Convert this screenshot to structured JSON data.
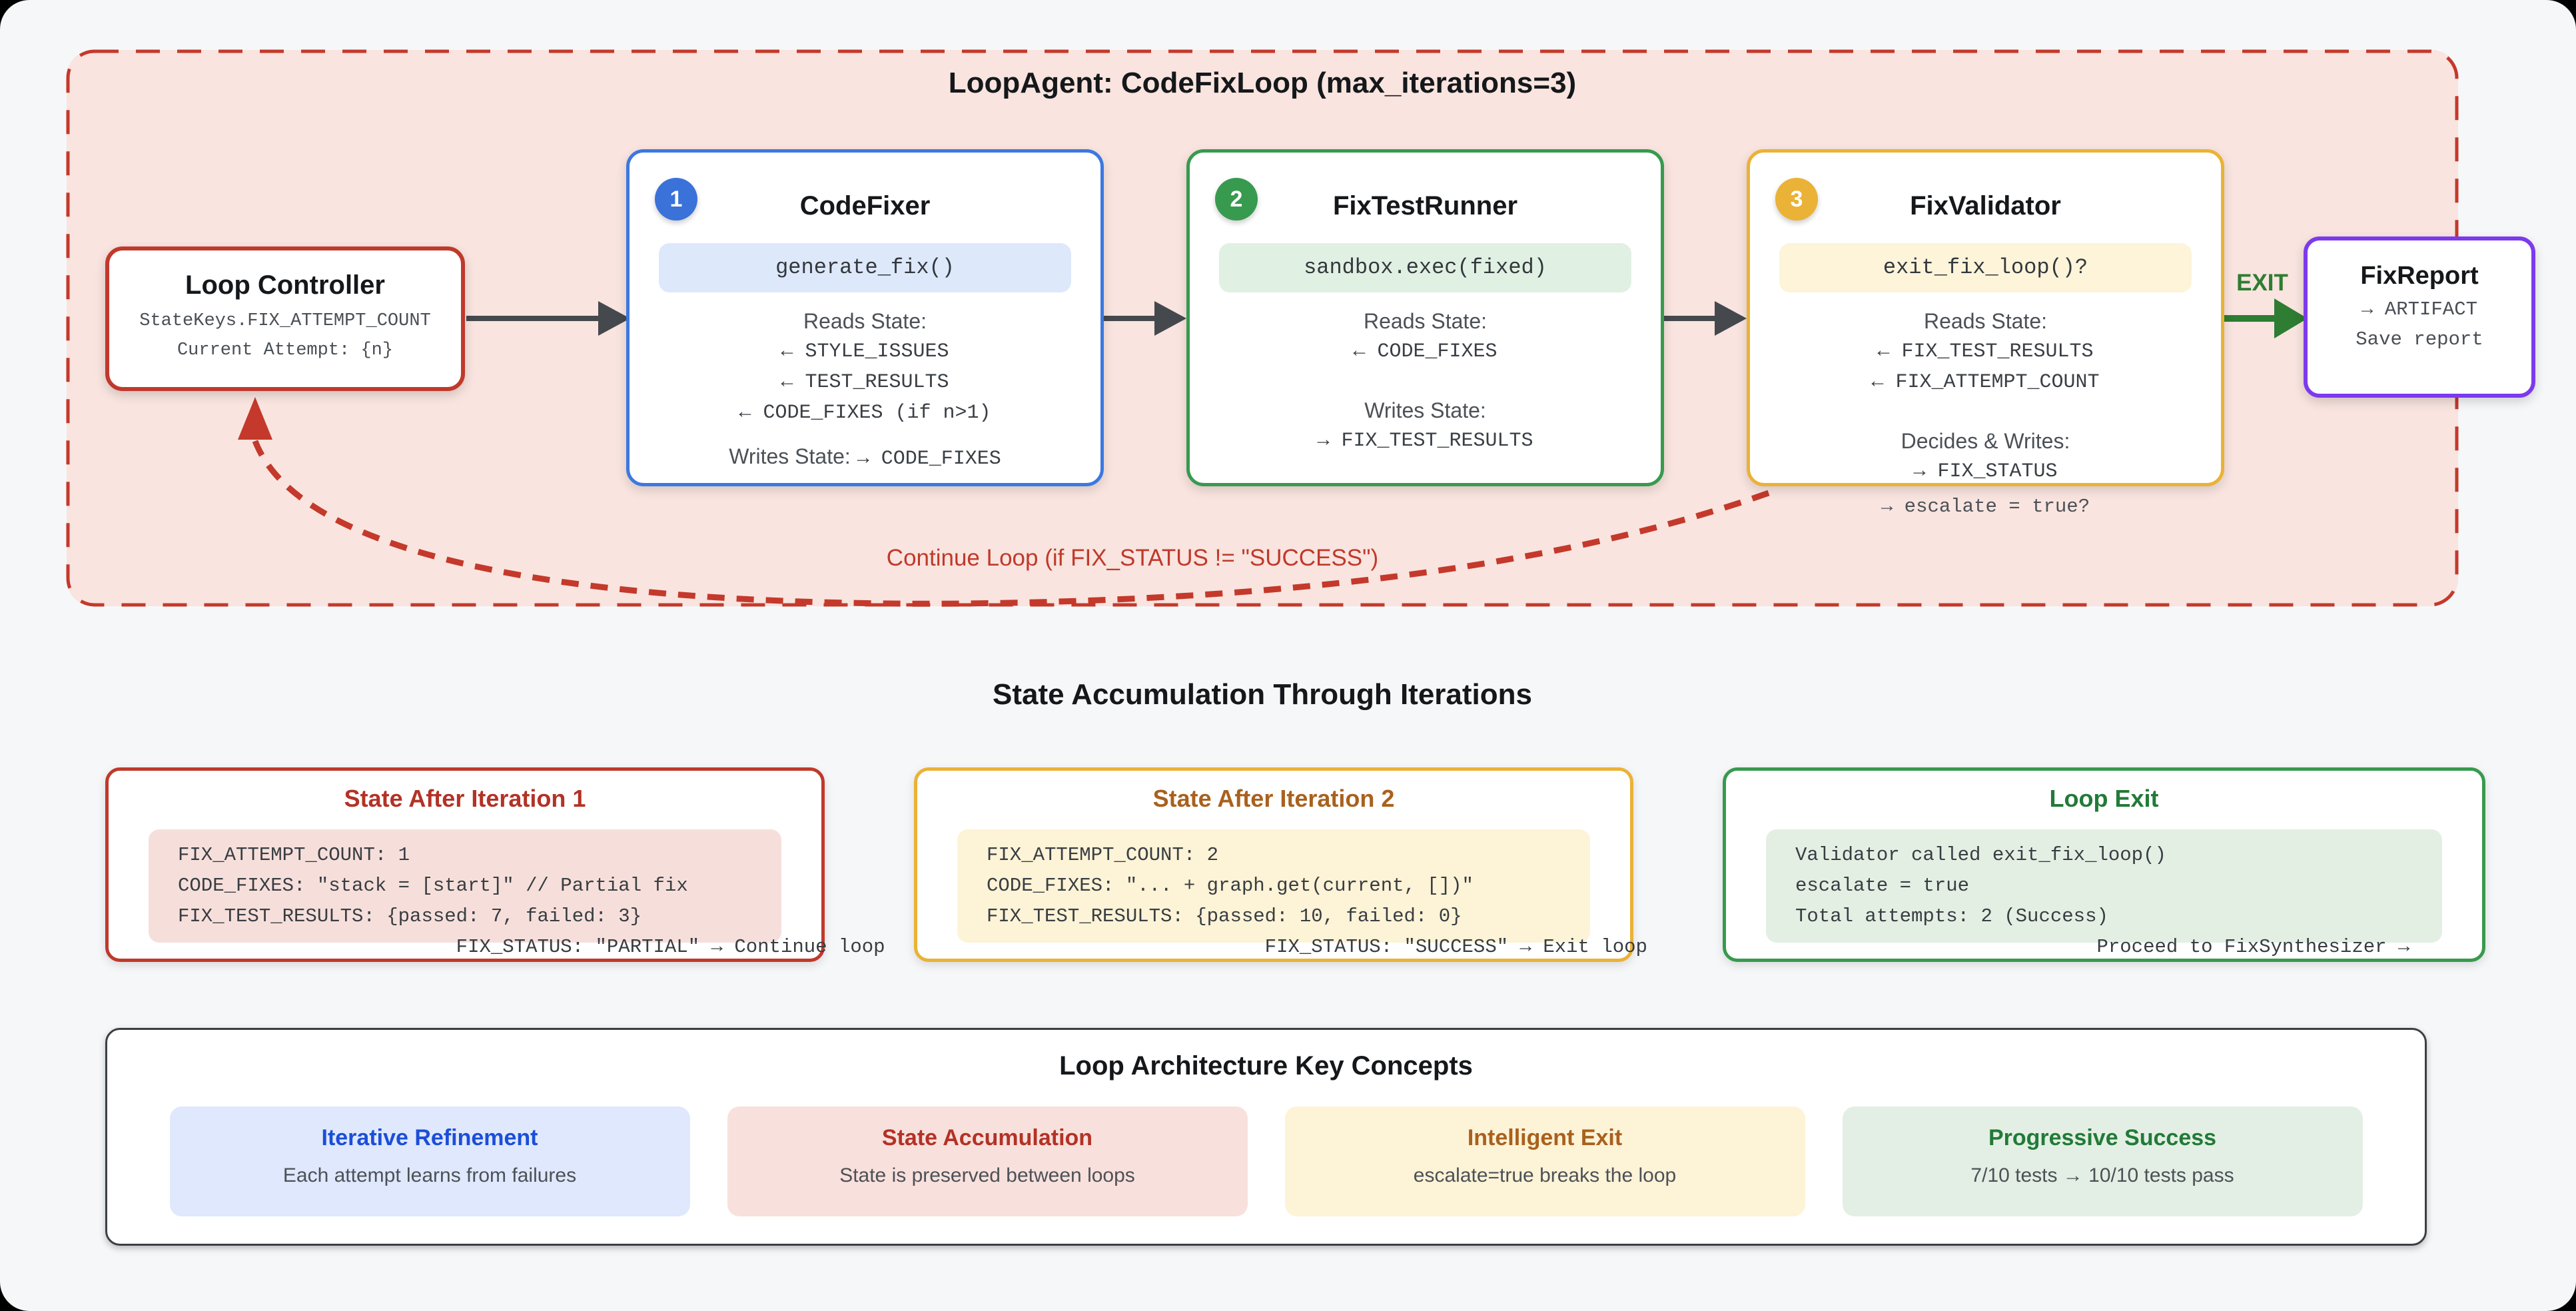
{
  "loop": {
    "title": "LoopAgent: CodeFixLoop (max_iterations=3)",
    "controller": {
      "title": "Loop Controller",
      "lines": [
        "StateKeys.FIX_ATTEMPT_COUNT",
        "Current Attempt: {n}"
      ]
    },
    "agents": [
      {
        "badge": "1",
        "title": "CodeFixer",
        "pill": "generate_fix()",
        "reads_label": "Reads State:",
        "reads": [
          "← STYLE_ISSUES",
          "← TEST_RESULTS",
          "← CODE_FIXES (if n>1)"
        ],
        "writes_label": "Writes State:",
        "writes_inline": "→ CODE_FIXES"
      },
      {
        "badge": "2",
        "title": "FixTestRunner",
        "pill": "sandbox.exec(fixed)",
        "reads_label": "Reads State:",
        "reads": [
          "← CODE_FIXES"
        ],
        "writes_label": "Writes State:",
        "writes": [
          "→ FIX_TEST_RESULTS"
        ]
      },
      {
        "badge": "3",
        "title": "FixValidator",
        "pill": "exit_fix_loop()?",
        "reads_label": "Reads State:",
        "reads": [
          "← FIX_TEST_RESULTS",
          "← FIX_ATTEMPT_COUNT"
        ],
        "writes_label": "Decides & Writes:",
        "writes": [
          "→ FIX_STATUS"
        ],
        "overflow_line": "→ escalate = true?"
      }
    ],
    "exit_label": "EXIT",
    "report": {
      "title": "FixReport",
      "lines": [
        "→ ARTIFACT",
        "Save report"
      ]
    },
    "continue_label": "Continue Loop (if FIX_STATUS != \"SUCCESS\")"
  },
  "state_section": {
    "heading": "State Accumulation Through Iterations",
    "boxes": [
      {
        "title": "State After Iteration 1",
        "code": "FIX_ATTEMPT_COUNT: 1\nCODE_FIXES: \"stack = [start]\" // Partial fix\nFIX_TEST_RESULTS: {passed: 7, failed: 3}\n                        FIX_STATUS: \"PARTIAL\" → Continue loop"
      },
      {
        "title": "State After Iteration 2",
        "code": "FIX_ATTEMPT_COUNT: 2\nCODE_FIXES: \"... + graph.get(current, [])\"\nFIX_TEST_RESULTS: {passed: 10, failed: 0}\n                        FIX_STATUS: \"SUCCESS\" → Exit loop"
      },
      {
        "title": "Loop Exit",
        "code": "Validator called exit_fix_loop()\nescalate = true\nTotal attempts: 2 (Success)\n                          Proceed to FixSynthesizer →"
      }
    ]
  },
  "concepts": {
    "heading": "Loop Architecture Key Concepts",
    "cards": [
      {
        "title": "Iterative Refinement",
        "desc": "Each attempt learns from failures"
      },
      {
        "title": "State Accumulation",
        "desc": "State is preserved between loops"
      },
      {
        "title": "Intelligent Exit",
        "desc": "escalate=true breaks the loop"
      },
      {
        "title": "Progressive Success",
        "desc": "7/10 tests → 10/10 tests pass"
      }
    ]
  },
  "colors": {
    "loop_border": "#c4392b",
    "loop_bg": "#f9e4df",
    "blue_accent": "#3c78e0",
    "green_accent": "#379a4e",
    "amber_accent": "#eab236",
    "purple_accent": "#7c3aed",
    "exit_green": "#2e7d32",
    "arrow_gray": "#45494e"
  }
}
